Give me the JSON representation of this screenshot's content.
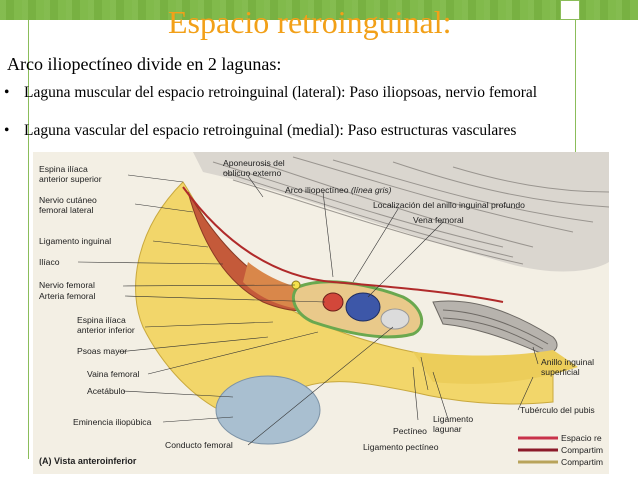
{
  "slide": {
    "title": "Espacio retroinguinal:",
    "subtitle": "Arco iliopectíneo divide en 2 lagunas:",
    "bullets": [
      "Laguna muscular del espacio retroinguinal (lateral): Paso iliopsoas, nervio femoral",
      "Laguna vascular del espacio retroinguinal (medial): Paso estructuras vasculares"
    ],
    "bullet_symbol": "•"
  },
  "figure": {
    "labels_left": [
      "Espina ilíaca",
      "anterior superior",
      "Nervio cutáneo",
      "femoral lateral",
      "Ligamento inguinal",
      "Ilíaco",
      "Nervio femoral",
      "Arteria femoral",
      "Espina ilíaca",
      "anterior inferior",
      "Psoas mayor",
      "Vaina femoral",
      "Acetábulo",
      "Eminencia iliopúbica",
      "Conducto femoral"
    ],
    "labels_top": [
      "Aponeurosis del",
      "oblicuo externo",
      "Arco iliopectíneo",
      "(línea gris)",
      "Localización del anillo inguinal profundo",
      "Vena femoral"
    ],
    "labels_right": [
      "Anillo inguinal",
      "superficial",
      "Tubérculo del pubis",
      "Pectíneo",
      "Ligamento",
      "lagunar",
      "Ligamento pectíneo"
    ],
    "legend": [
      "Espacio re",
      "Compartim",
      "Compartim"
    ],
    "caption": "(A) Vista anteroinferior"
  },
  "colors": {
    "background_green": "#7db845",
    "title_orange": "#f2a018",
    "frame_green": "#8bbd5a",
    "legend_red": "#c8324a",
    "legend_dark_red": "#8b1a2a"
  }
}
